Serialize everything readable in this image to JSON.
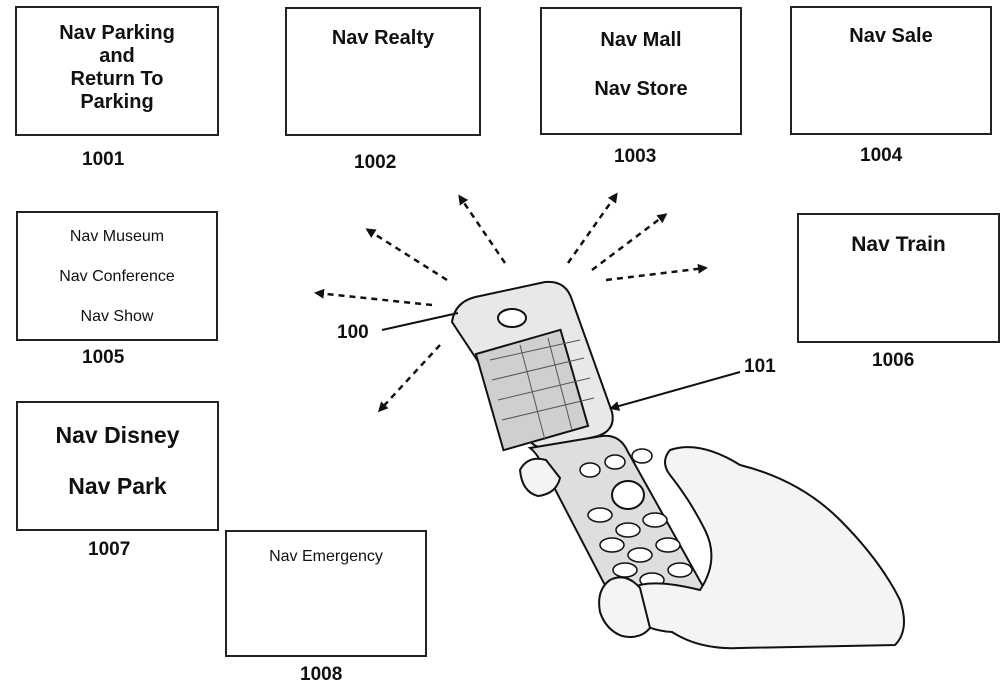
{
  "boxes": {
    "b1001": {
      "lines": [
        "Nav Parking",
        "and",
        "Return To",
        "Parking"
      ],
      "number": "1001"
    },
    "b1002": {
      "lines": [
        "Nav Realty"
      ],
      "number": "1002"
    },
    "b1003": {
      "lines": [
        "Nav Mall",
        "Nav Store"
      ],
      "number": "1003"
    },
    "b1004": {
      "lines": [
        "Nav Sale"
      ],
      "number": "1004"
    },
    "b1005": {
      "lines": [
        "Nav Museum",
        "Nav Conference",
        "Nav Show"
      ],
      "number": "1005"
    },
    "b1006": {
      "lines": [
        "Nav Train"
      ],
      "number": "1006"
    },
    "b1007": {
      "lines": [
        "Nav Disney",
        "Nav Park"
      ],
      "number": "1007"
    },
    "b1008": {
      "lines": [
        "Nav Emergency"
      ],
      "number": "1008"
    }
  },
  "labels": {
    "device": "100",
    "screen": "101"
  }
}
